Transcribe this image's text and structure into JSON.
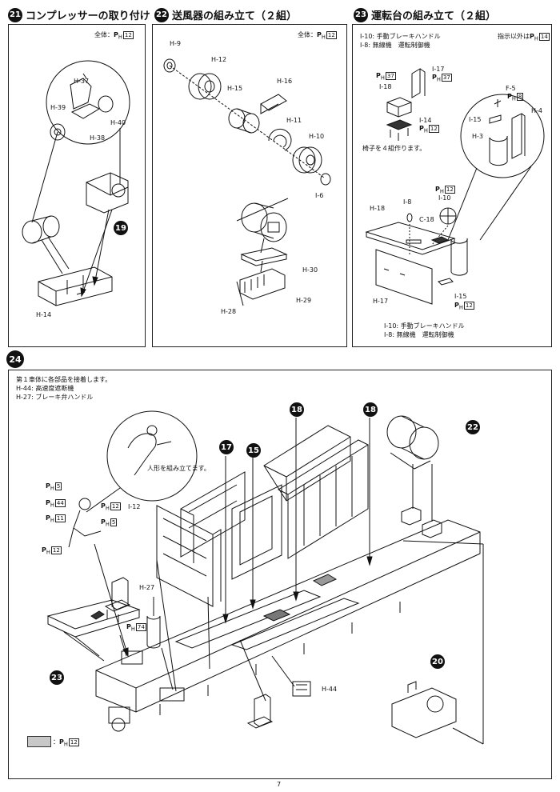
{
  "steps": {
    "s21": {
      "number": "21",
      "title": "コンプレッサーの取り付け",
      "paint_note": {
        "prefix": "全体：",
        "p": "P",
        "sub": "H",
        "code": "12"
      },
      "labels": {
        "h37": "H-37",
        "h39": "H-39",
        "h40": "H-40",
        "h38": "H-38",
        "h14": "H-14"
      },
      "ref": "19"
    },
    "s22": {
      "number": "22",
      "title": "送風器の組み立て（２組）",
      "paint_note": {
        "prefix": "全体：",
        "p": "P",
        "sub": "H",
        "code": "12"
      },
      "labels": {
        "h9": "H-9",
        "h12": "H-12",
        "h15": "H-15",
        "h16": "H-16",
        "h11": "H-11",
        "h10": "H-10",
        "i6": "I-6",
        "h30": "H-30",
        "h29": "H-29",
        "h28": "H-28"
      }
    },
    "s23": {
      "number": "23",
      "title": "運転台の組み立て（２組）",
      "legend_top": [
        "I-10: 手動ブレーキハンドル",
        "I-8: 無線機　運転制御機"
      ],
      "paint_note": {
        "prefix": "指示以外は",
        "p": "P",
        "sub": "H",
        "code": "14"
      },
      "chair_note": "椅子を４組作ります。",
      "labels": {
        "i17": "I-17",
        "i18": "I-18",
        "i14": "I-14",
        "f5": "F-5",
        "i15a": "I-15",
        "h4": "H-4",
        "h3": "H-3",
        "i8": "I-8",
        "i10": "I-10",
        "h18": "H-18",
        "c18": "C-18",
        "h17": "H-17",
        "i15b": "I-15"
      },
      "paints": {
        "p37a": "37",
        "p37b": "37",
        "p12a": "12",
        "p8": "8",
        "p12b": "12",
        "p12c": "12"
      },
      "legend_bottom": [
        "I-10: 手動ブレーキハンドル",
        "I-8: 無線機　運転制御機"
      ]
    },
    "s24": {
      "number": "24",
      "intro": [
        "第１車体に各部品を接着します。",
        "H-44: 高速度遮断機",
        "H-27: ブレーキ弁ハンドル"
      ],
      "figure_note": "人形を組み立てます。",
      "labels": {
        "i12": "I-12",
        "h27": "H-27",
        "h44": "H-44"
      },
      "paints": {
        "p5a": "5",
        "p44": "44",
        "p11": "11",
        "p12a": "12",
        "p5b": "5",
        "p12b": "12",
        "p74": "74"
      },
      "refs": {
        "r17": "17",
        "r15": "15",
        "r18a": "18",
        "r18b": "18",
        "r22": "22",
        "r23": "23",
        "r20": "20"
      }
    }
  },
  "legend": {
    "p": "P",
    "sub": "H",
    "code": "12"
  },
  "page_number": "7"
}
